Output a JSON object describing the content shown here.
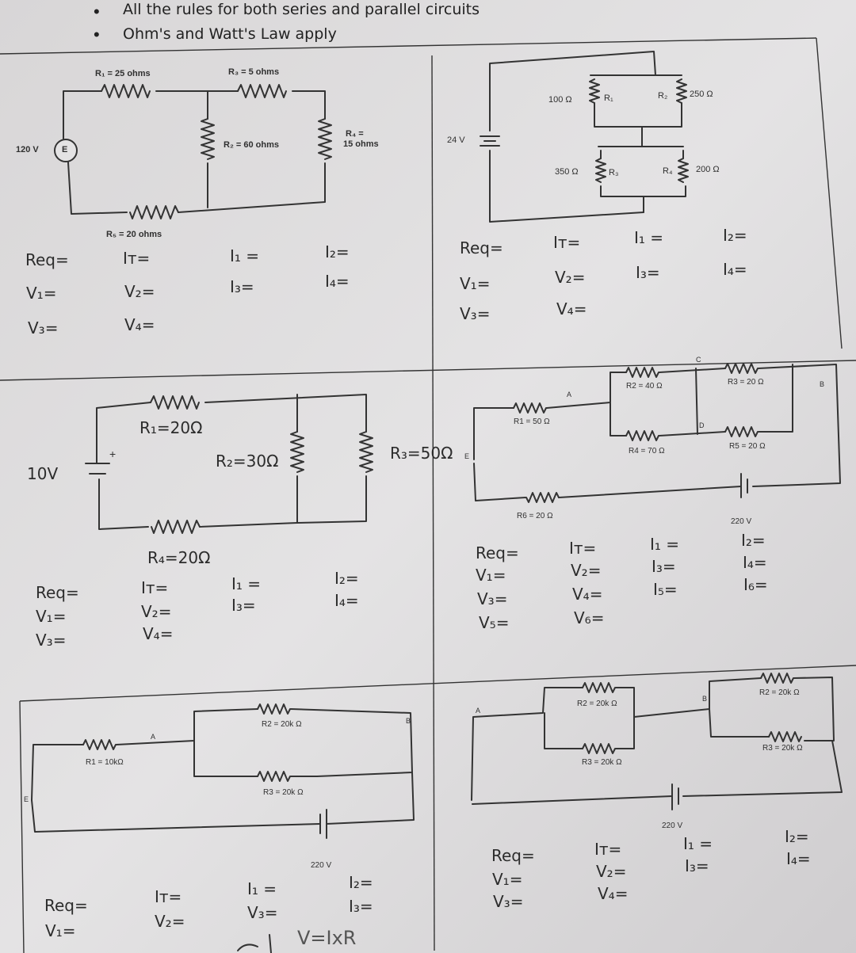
{
  "header": {
    "bullet1": "All the rules for both series and parallel circuits",
    "bullet2": "Ohm's and Watt's Law apply"
  },
  "circuit1": {
    "r1": "R₁ = 25 ohms",
    "r3": "R₃ = 5 ohms",
    "r2": "R₂ = 60 ohms",
    "r4a": "R₄ =",
    "r4b": "15 ohms",
    "r5": "R₅ = 20 ohms",
    "source": "120 V",
    "source_symbol": "E",
    "answers": {
      "req": "Req=",
      "it": "Iᴛ=",
      "i1": "I₁ =",
      "i2": "I₂=",
      "v1": "V₁=",
      "v2": "V₂=",
      "i3": "I₃=",
      "i4": "I₄=",
      "v3": "V₃=",
      "v4": "V₄="
    }
  },
  "circuit2": {
    "source": "24 V",
    "r1_val": "100 Ω",
    "r1": "R₁",
    "r2": "R₂",
    "r2_val": "250 Ω",
    "r3_val": "350 Ω",
    "r3": "R₃",
    "r4": "R₄",
    "r4_val": "200 Ω",
    "answers": {
      "req": "Req=",
      "it": "Iᴛ=",
      "i1": "I₁ =",
      "i2": "I₂=",
      "v1": "V₁=",
      "v2": "V₂=",
      "i3": "I₃=",
      "i4": "I₄=",
      "v3": "V₃=",
      "v4": "V₄="
    }
  },
  "circuit3": {
    "source": "10V",
    "plus": "+",
    "r1": "R₁=20Ω",
    "r2": "R₂=30Ω",
    "r3": "R₃=50Ω",
    "r4": "R₄=20Ω",
    "answers": {
      "req": "Req=",
      "it": "Iᴛ=",
      "i1": "I₁ =",
      "i2": "I₂=",
      "v1": "V₁=",
      "v2": "V₂=",
      "i3": "I₃=",
      "i4": "I₄=",
      "v3": "V₃=",
      "v4": "V₄="
    }
  },
  "circuit4": {
    "node_a": "A",
    "node_b": "B",
    "node_c": "C",
    "node_d": "D",
    "node_e": "E",
    "r1": "R1 = 50 Ω",
    "r2": "R2 = 40 Ω",
    "r3": "R3 = 20 Ω",
    "r4": "R4 = 70 Ω",
    "r5": "R5 = 20 Ω",
    "r6": "R6 = 20 Ω",
    "source": "220 V",
    "answers": {
      "req": "Req=",
      "it": "Iᴛ=",
      "i1": "I₁ =",
      "i2": "I₂=",
      "v1": "V₁=",
      "v2": "V₂=",
      "i3": "I₃=",
      "i4": "I₄=",
      "v3": "V₃=",
      "v4": "V₄=",
      "i5": "I₅=",
      "i6": "I₆=",
      "v5": "V₅=",
      "v6": "V₆="
    }
  },
  "circuit5": {
    "node_a": "A",
    "node_b": "B",
    "node_e": "E",
    "r1": "R1 = 10kΩ",
    "r2": "R2 = 20k Ω",
    "r3": "R3 = 20k Ω",
    "source": "220 V",
    "answers": {
      "req": "Req=",
      "v1": "V₁=",
      "it": "Iᴛ=",
      "v2": "V₂=",
      "i1": "I₁ =",
      "v3": "V₃=",
      "i2": "I₂=",
      "i3": "I₃="
    },
    "scribble": "V=IxR"
  },
  "circuit6": {
    "node_a": "A",
    "node_b": "B",
    "r2a": "R2 = 20k Ω",
    "r3a": "R3 = 20k Ω",
    "r2b": "R2 = 20k Ω",
    "r3b": "R3 = 20k Ω",
    "source": "220 V",
    "answers": {
      "req": "Req=",
      "v1": "V₁=",
      "v3": "V₃=",
      "it": "Iᴛ=",
      "v2": "V₂=",
      "v4": "V₄=",
      "i1": "I₁ =",
      "i3": "I₃=",
      "i2": "I₂=",
      "i4": "I₄="
    }
  }
}
